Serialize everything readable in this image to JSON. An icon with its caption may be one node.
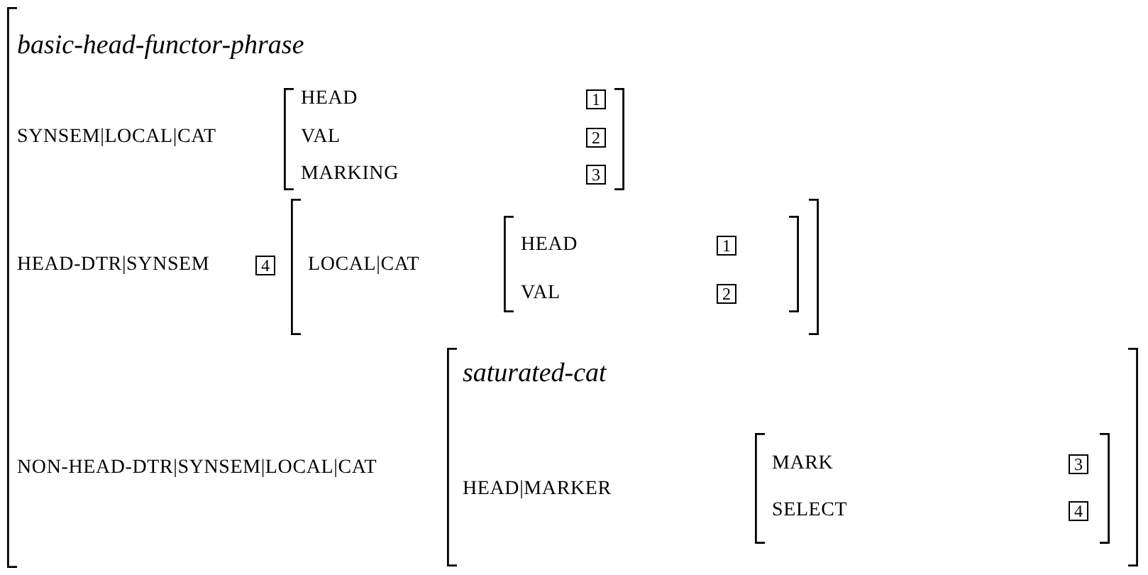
{
  "diagram": {
    "nodes": [
      {
        "text": [
          "basic-head-functor-phrase",
          "SYNSEM|LOCAL|CAT",
          "HEAD-DTR|SYNSEM",
          "NON-HEAD-DTR|SYNSEM|LOCAL|CAT"
        ]
      },
      {
        "text": [
          "HEAD",
          "VAL",
          "MARKING"
        ],
        "in": 0
      },
      {
        "text": [
          "1"
        ],
        "in": 1
      },
      {
        "text": [
          "2"
        ],
        "in": 1
      },
      {
        "text": [
          "3"
        ],
        "in": 1
      },
      {
        "text": [
          "4"
        ],
        "in": 0
      },
      {
        "text": [
          "LOCAL|CAT"
        ],
        "in": 0
      },
      {
        "text": [
          "HEAD",
          "VAL"
        ],
        "in": 6
      },
      {
        "text": [
          "1"
        ],
        "in": 7
      },
      {
        "text": [
          "2"
        ],
        "in": 7
      },
      {
        "text": [
          "saturated-cat",
          "HEAD|MARKER"
        ],
        "in": 0
      },
      {
        "text": [
          "MARK",
          "SELECT"
        ],
        "in": 10
      },
      {
        "text": [
          "3"
        ],
        "in": 11
      },
      {
        "text": [
          "4"
        ],
        "in": 11
      }
    ]
  }
}
